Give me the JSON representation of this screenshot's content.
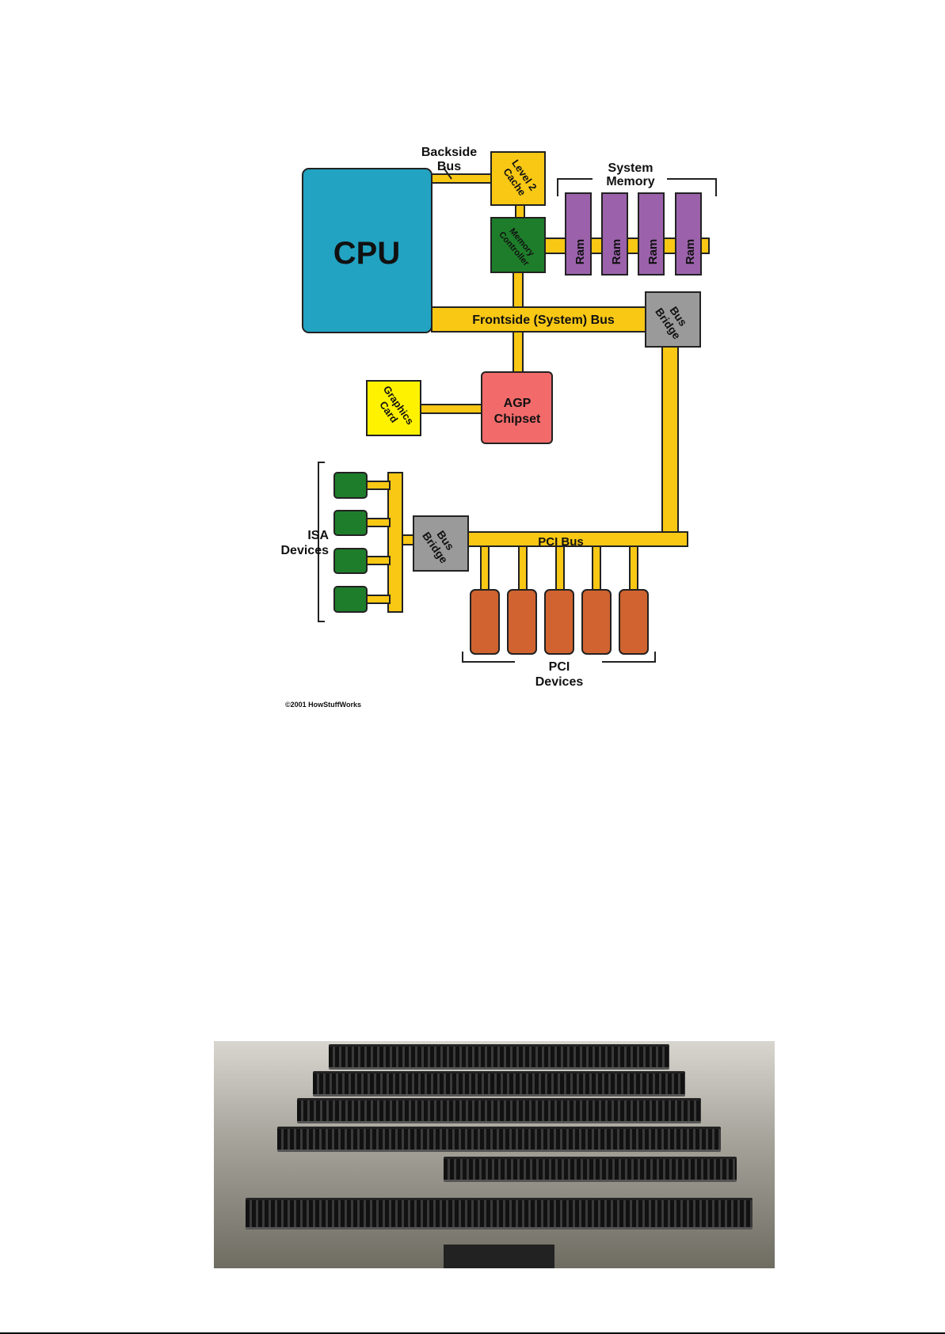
{
  "diagram": {
    "cpu": "CPU",
    "backside_bus": [
      "Backside",
      "Bus"
    ],
    "level2_cache": [
      "Level 2",
      "Cache"
    ],
    "system_memory": [
      "System",
      "Memory"
    ],
    "memory_controller": [
      "Memory",
      "Controller"
    ],
    "ram_label": "Ram",
    "ram_modules": [
      "Ram",
      "Ram",
      "Ram",
      "Ram"
    ],
    "frontside_bus": "Frontside (System) Bus",
    "bus_bridge": [
      "Bus",
      "Bridge"
    ],
    "agp_chipset": [
      "AGP",
      "Chipset"
    ],
    "graphics_card": [
      "Graphics",
      "Card"
    ],
    "isa_devices": [
      "ISA",
      "Devices"
    ],
    "pci_bus": "PCI Bus",
    "pci_devices": [
      "PCI",
      "Devices"
    ],
    "copyright": "©2001 HowStuffWorks",
    "colors": {
      "cpu": "#22a3c2",
      "bus": "#f9c815",
      "cache": "#f9c815",
      "memory_controller": "#1e7d2a",
      "ram": "#9b62ab",
      "bridge": "#9a9a9a",
      "agp": "#f26a6a",
      "graphics": "#fff200",
      "isa": "#1e7d2a",
      "pci": "#d0632f"
    }
  }
}
